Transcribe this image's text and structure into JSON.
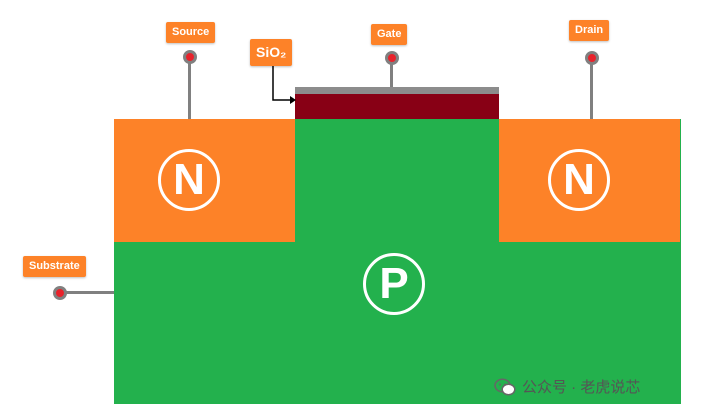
{
  "labels": {
    "source": "Source",
    "gate": "Gate",
    "drain": "Drain",
    "substrate": "Substrate",
    "oxide": "SiO₂"
  },
  "regions": {
    "source_n": "N",
    "drain_n": "N",
    "body_p": "P"
  },
  "watermark": "公众号 · 老虎说芯",
  "colors": {
    "p_region": "#23b14d",
    "n_region": "#fd8228",
    "gate": "#880015",
    "oxide": "#8c8c8c",
    "label_bg": "#fd8228",
    "pin": "#e8222b"
  }
}
